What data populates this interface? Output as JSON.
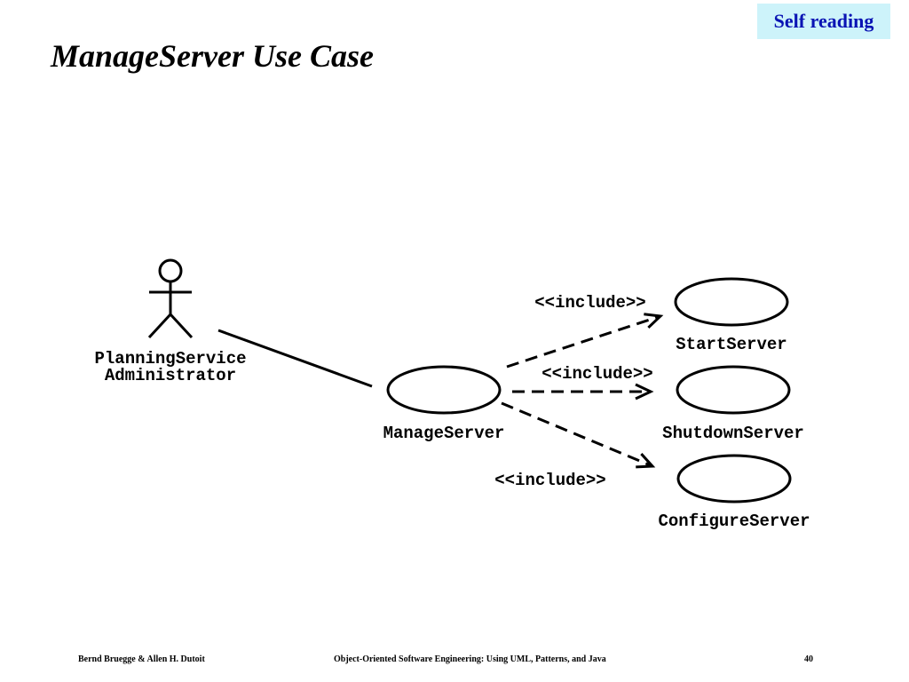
{
  "badge": "Self reading",
  "title": "ManageServer Use Case",
  "diagram": {
    "actor": {
      "line1": "PlanningService",
      "line2": "Administrator"
    },
    "main_use_case": "ManageServer",
    "included_use_cases": [
      "StartServer",
      "ShutdownServer",
      "ConfigureServer"
    ],
    "stereotype_labels": [
      "<<include>>",
      "<<include>>",
      "<<include>>"
    ]
  },
  "footer": {
    "authors": "Bernd Bruegge & Allen H. Dutoit",
    "book": "Object-Oriented Software Engineering: Using UML, Patterns, and Java",
    "page": "40"
  }
}
